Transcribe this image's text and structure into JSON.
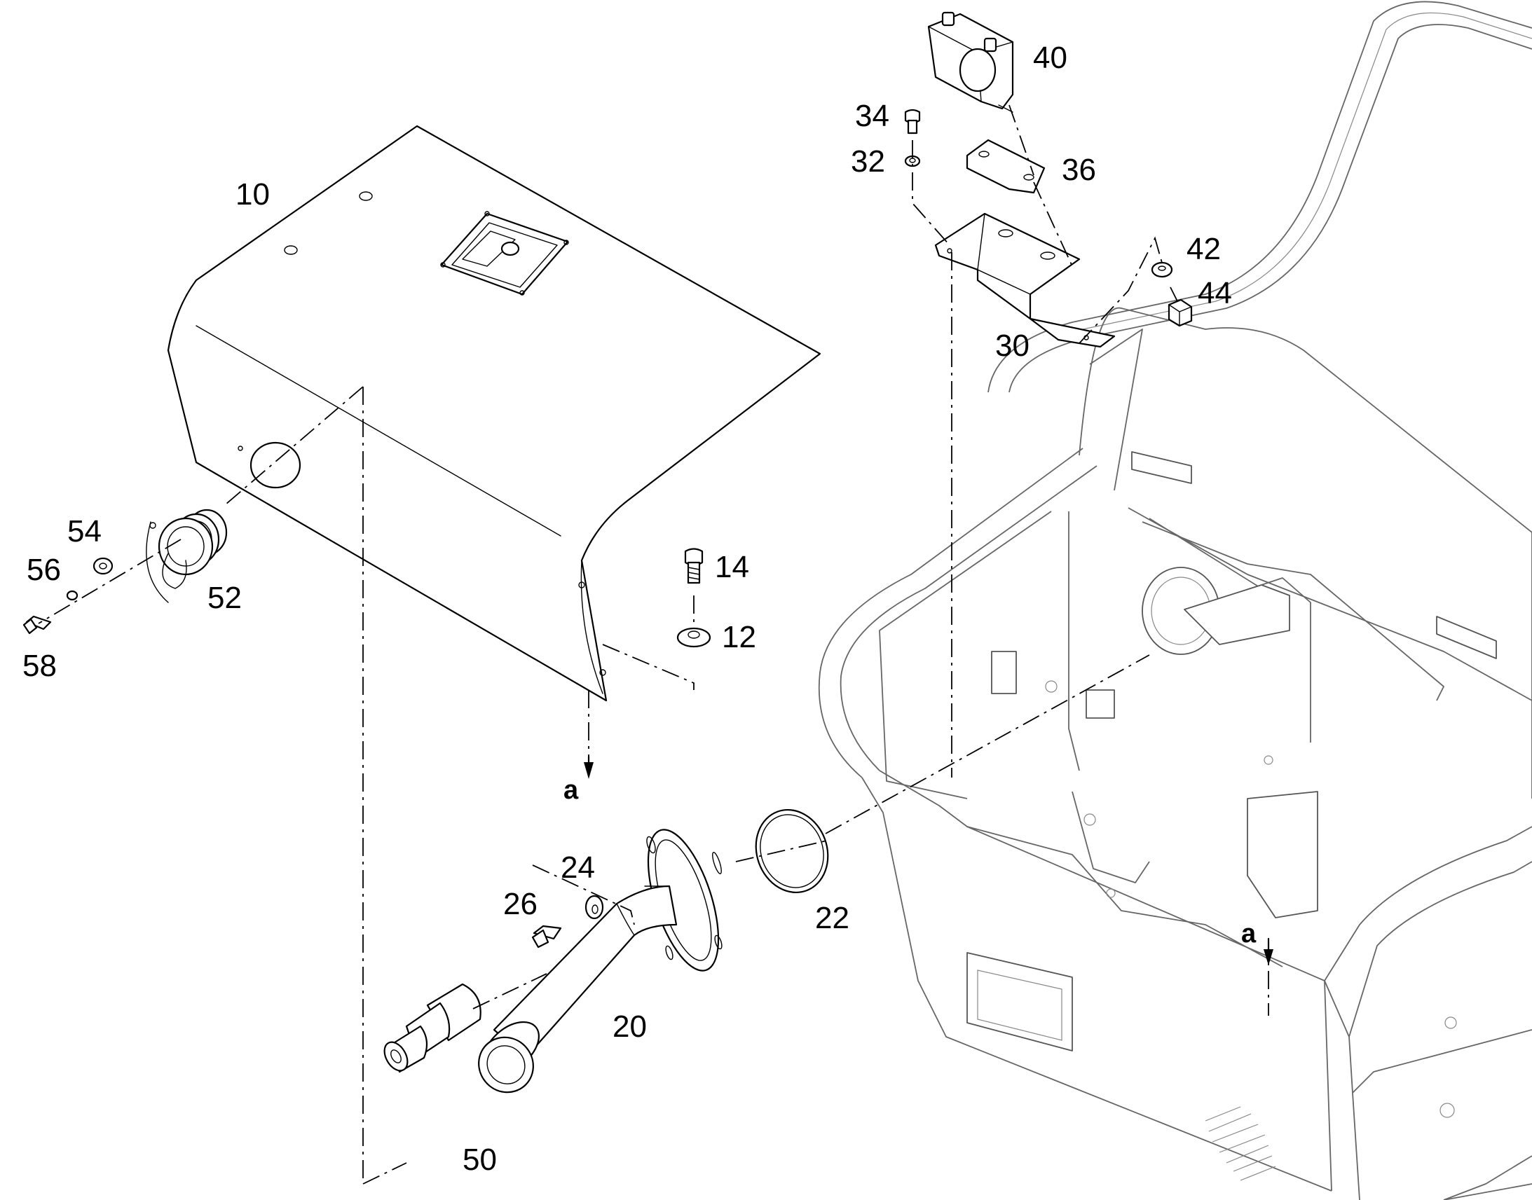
{
  "callouts": {
    "c10": "10",
    "c12": "12",
    "c14": "14",
    "c20": "20",
    "c22": "22",
    "c24": "24",
    "c26": "26",
    "c30": "30",
    "c32": "32",
    "c34": "34",
    "c36": "36",
    "c40": "40",
    "c42": "42",
    "c44": "44",
    "c50": "50",
    "c52": "52",
    "c54": "54",
    "c56": "56",
    "c58": "58"
  },
  "markers": {
    "a_left": "a",
    "a_right": "a"
  }
}
